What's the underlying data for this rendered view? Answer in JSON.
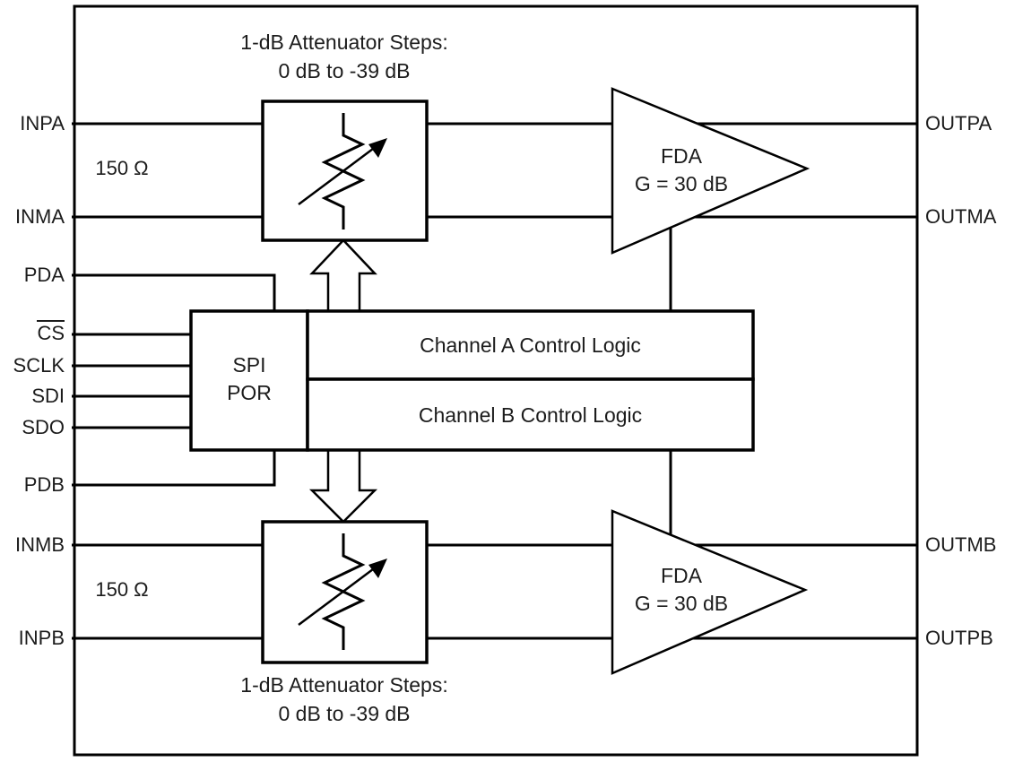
{
  "colors": {
    "background": "#ffffff",
    "line": "#000000",
    "text": "#1c1c1c"
  },
  "pins": {
    "left": [
      {
        "label": "INPA"
      },
      {
        "label": "INMA"
      },
      {
        "label": "PDA"
      },
      {
        "label": "CS",
        "overline": true
      },
      {
        "label": "SCLK"
      },
      {
        "label": "SDI"
      },
      {
        "label": "SDO"
      },
      {
        "label": "PDB"
      },
      {
        "label": "INMB"
      },
      {
        "label": "INPB"
      }
    ],
    "right": [
      {
        "label": "OUTPA"
      },
      {
        "label": "OUTMA"
      },
      {
        "label": "OUTMB"
      },
      {
        "label": "OUTPB"
      }
    ]
  },
  "annotations": {
    "attenuator_a_title_line1": "1-dB Attenuator Steps:",
    "attenuator_a_title_line2": "0 dB to -39 dB",
    "attenuator_b_title_line1": "1-dB Attenuator Steps:",
    "attenuator_b_title_line2": "0 dB to -39 dB",
    "input_resistance_a": "150 Ω",
    "input_resistance_b": "150 Ω"
  },
  "blocks": {
    "fda_a": {
      "line1": "FDA",
      "line2": "G = 30 dB"
    },
    "fda_b": {
      "line1": "FDA",
      "line2": "G = 30 dB"
    },
    "spi": {
      "line1": "SPI",
      "line2": "POR"
    },
    "channel_a": {
      "label": "Channel A Control Logic"
    },
    "channel_b": {
      "label": "Channel B Control Logic"
    }
  }
}
